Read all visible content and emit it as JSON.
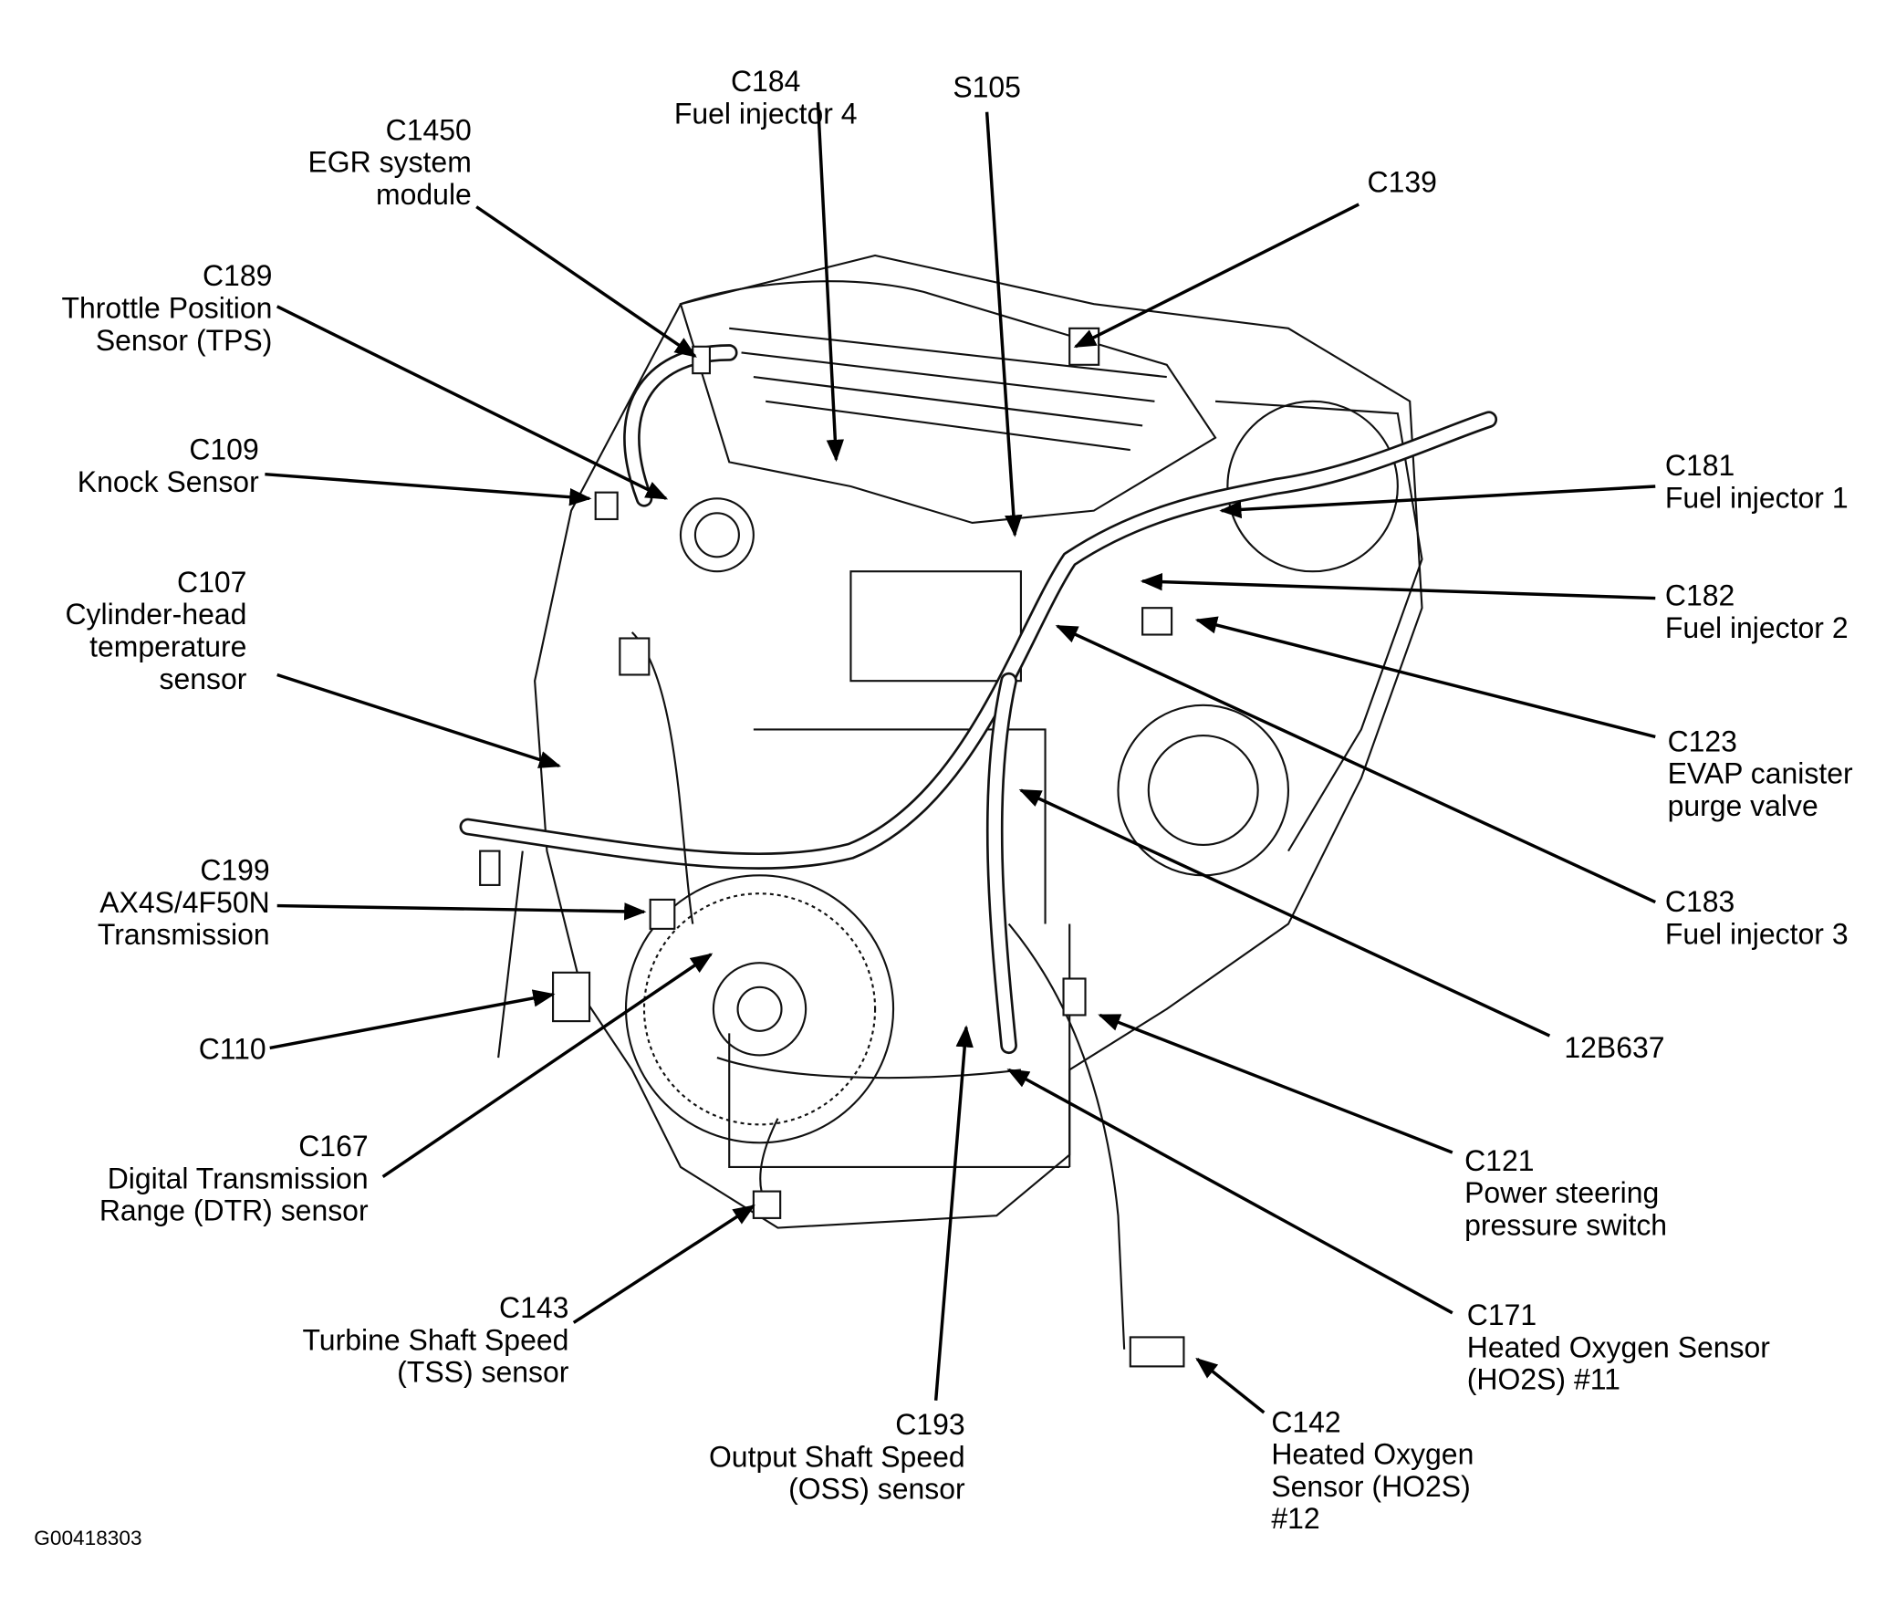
{
  "figure_id": "G00418303",
  "labels": [
    {
      "id": "C1450",
      "lines": [
        "C1450",
        "EGR system",
        "module"
      ]
    },
    {
      "id": "C184",
      "lines": [
        "C184",
        "Fuel injector 4"
      ]
    },
    {
      "id": "S105",
      "lines": [
        "S105"
      ]
    },
    {
      "id": "C139",
      "lines": [
        "C139"
      ]
    },
    {
      "id": "C189",
      "lines": [
        "C189",
        "Throttle Position",
        "Sensor (TPS)"
      ]
    },
    {
      "id": "C109",
      "lines": [
        "C109",
        "Knock Sensor"
      ]
    },
    {
      "id": "C107",
      "lines": [
        "C107",
        "Cylinder-head",
        "temperature",
        "sensor"
      ]
    },
    {
      "id": "C199",
      "lines": [
        "C199",
        "AX4S/4F50N",
        "Transmission"
      ]
    },
    {
      "id": "C110",
      "lines": [
        "C110"
      ]
    },
    {
      "id": "C167",
      "lines": [
        "C167",
        "Digital Transmission",
        "Range (DTR) sensor"
      ]
    },
    {
      "id": "C143",
      "lines": [
        "C143",
        "Turbine Shaft Speed",
        "(TSS) sensor"
      ]
    },
    {
      "id": "C193",
      "lines": [
        "C193",
        "Output Shaft Speed",
        "(OSS) sensor"
      ]
    },
    {
      "id": "C142",
      "lines": [
        "C142",
        "Heated Oxygen",
        "Sensor (HO2S)",
        "#12"
      ]
    },
    {
      "id": "C171",
      "lines": [
        "C171",
        "Heated Oxygen Sensor",
        "(HO2S) #11"
      ]
    },
    {
      "id": "C121",
      "lines": [
        "C121",
        "Power steering",
        "pressure switch"
      ]
    },
    {
      "id": "12B637",
      "lines": [
        "12B637"
      ]
    },
    {
      "id": "C183",
      "lines": [
        "C183",
        "Fuel injector 3"
      ]
    },
    {
      "id": "C123",
      "lines": [
        "C123",
        "EVAP canister",
        "purge valve"
      ]
    },
    {
      "id": "C182",
      "lines": [
        "C182",
        "Fuel injector 2"
      ]
    },
    {
      "id": "C181",
      "lines": [
        "C181",
        "Fuel injector 1"
      ]
    }
  ]
}
